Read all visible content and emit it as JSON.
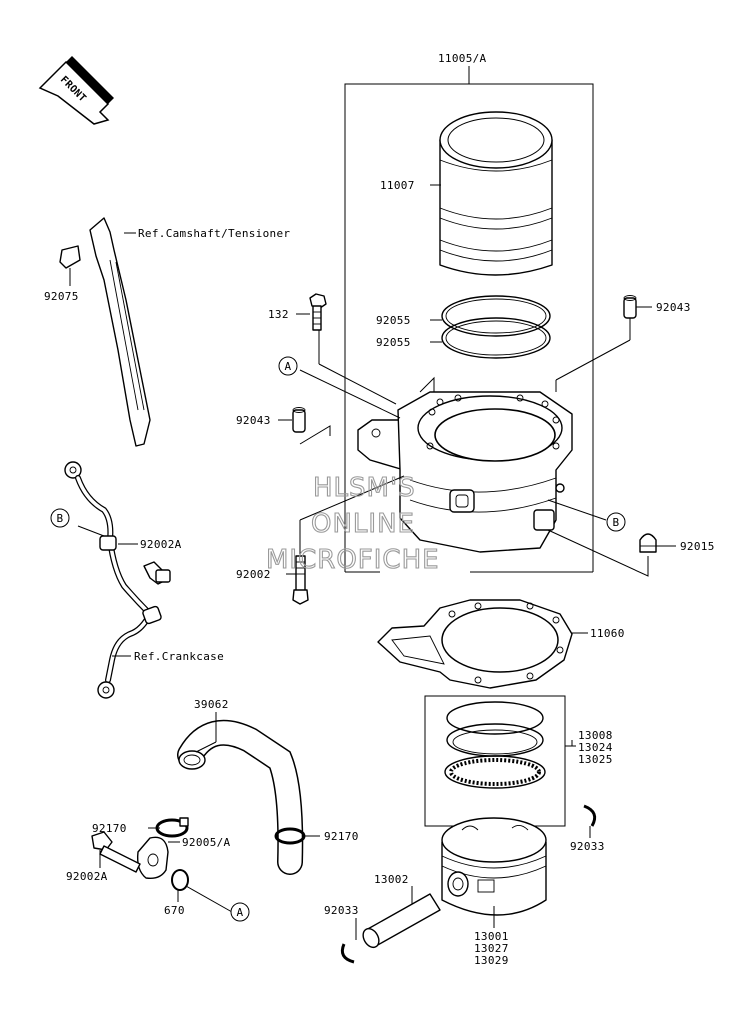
{
  "labels": {
    "front": "FRONT",
    "p11005A": "11005/A",
    "p11007": "11007",
    "p132": "132",
    "p92043a": "92043",
    "p92055a": "92055",
    "p92055b": "92055",
    "p92043b": "92043",
    "refCam": "Ref.Camshaft/Tensioner",
    "p92075": "92075",
    "p92002A_a": "92002A",
    "refCrank": "Ref.Crankcase",
    "p92002": "92002",
    "p92015": "92015",
    "p11060": "11060",
    "p13008": "13008",
    "p13024": "13024",
    "p13025": "13025",
    "p39062": "39062",
    "p92170a": "92170",
    "p92005A": "92005/A",
    "p92170b": "92170",
    "p92002A_b": "92002A",
    "p670": "670",
    "p92033a": "92033",
    "p13002": "13002",
    "p92033b": "92033",
    "p13001": "13001",
    "p13027": "13027",
    "p13029": "13029"
  },
  "markers": {
    "A": "A",
    "B": "B"
  },
  "watermark": {
    "line1": "HLSM'S",
    "line2": "ONLINE",
    "line3": "MICROFICHE"
  },
  "colors": {
    "ink": "#000000",
    "watermark": "#9a9a9a",
    "shade": "#bdbdbd"
  }
}
